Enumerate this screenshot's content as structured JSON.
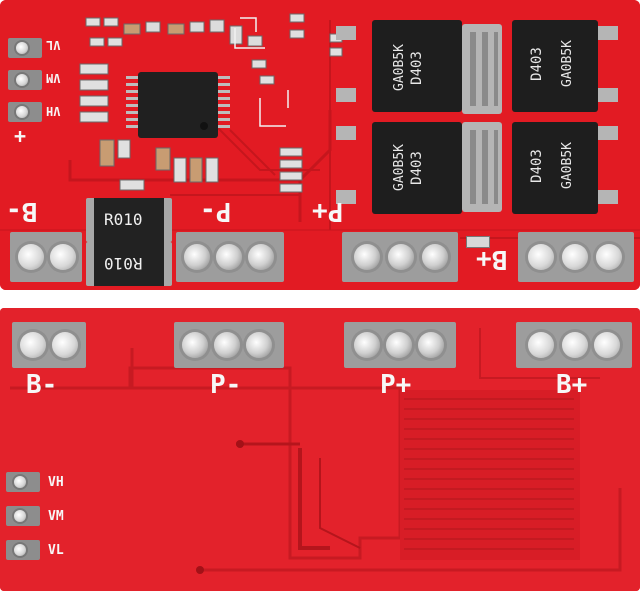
{
  "top_board": {
    "pad_labels": {
      "b_minus": "B-",
      "p_minus": "P-",
      "p_plus": "P+",
      "b_plus": "B+",
      "plus": "+",
      "vl": "VL",
      "vm": "VM",
      "vh": "VH"
    },
    "shunt_resistors": [
      "R010",
      "R010"
    ],
    "mosfets": [
      {
        "line1": "D403",
        "line2": "GA0B5K"
      },
      {
        "line1": "D403",
        "line2": "GA0B5K"
      },
      {
        "line1": "D403",
        "line2": "GA0B5K"
      },
      {
        "line1": "D403",
        "line2": "GA0B5K"
      }
    ]
  },
  "bottom_board": {
    "pad_labels": {
      "b_minus": "B-",
      "p_minus": "P-",
      "p_plus": "P+",
      "b_plus": "B+",
      "vh": "VH",
      "vm": "VM",
      "vl": "VL"
    }
  },
  "colors": {
    "board": "#e21b23",
    "board_shadow": "#b8151c",
    "silkscreen": "#f7f7f7",
    "chip": "#1e1e1e",
    "pad": "#9d9d9d"
  }
}
